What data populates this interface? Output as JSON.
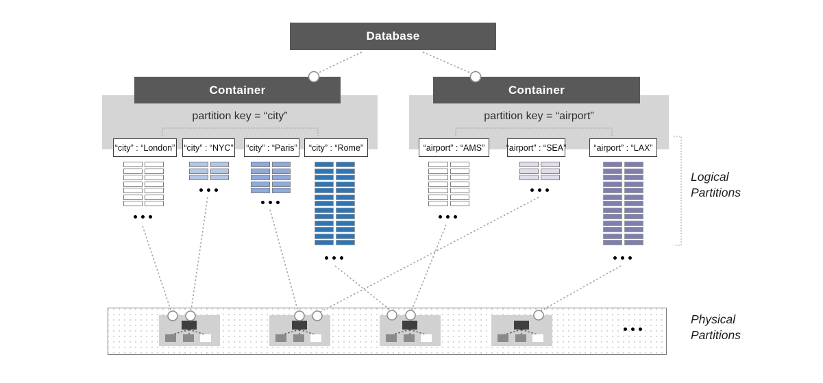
{
  "database": {
    "label": "Database"
  },
  "containers": [
    {
      "label": "Container",
      "partition_key_text": "partition key = “city”",
      "partitions": [
        {
          "label": "“city” : “London”",
          "doc_rows": 7,
          "doc_cols": 2,
          "fill": "#ffffff",
          "border": "#7f7f7f"
        },
        {
          "label": "“city” : “NYC”",
          "doc_rows": 3,
          "doc_cols": 2,
          "fill": "#b4c7e7",
          "border": "#7f7f7f"
        },
        {
          "label": "“city” : “Paris”",
          "doc_rows": 5,
          "doc_cols": 2,
          "fill": "#8faadc",
          "border": "#7f7f7f"
        },
        {
          "label": "“city” : “Rome”",
          "doc_rows": 13,
          "doc_cols": 2,
          "fill": "#2e75b6",
          "border": "#a0a0a0"
        }
      ]
    },
    {
      "label": "Container",
      "partition_key_text": "partition key = “airport”",
      "partitions": [
        {
          "label": "“airport” : “AMS”",
          "doc_rows": 7,
          "doc_cols": 2,
          "fill": "#ffffff",
          "border": "#7f7f7f"
        },
        {
          "label": "“airport” : “SEA”",
          "doc_rows": 3,
          "doc_cols": 2,
          "fill": "#e2dcec",
          "border": "#7f7f7f"
        },
        {
          "label": "“airport” : “LAX”",
          "doc_rows": 13,
          "doc_cols": 2,
          "fill": "#7e7fae",
          "border": "#a0a0a0"
        }
      ]
    }
  ],
  "annotations": {
    "logical": {
      "line1": "Logical",
      "line2": "Partitions"
    },
    "physical": {
      "line1": "Physical",
      "line2": "Partitions"
    }
  },
  "symbols": {
    "more_items": "..."
  },
  "colors": {
    "node_box": "#595959",
    "band": "#d5d5d5",
    "connector": "#a3a3a3",
    "doc_white": "#ffffff",
    "doc_light_blue": "#b4c7e7",
    "doc_medium_blue": "#8faadc",
    "doc_dark_blue": "#2e75b6",
    "doc_light_purple": "#e2dcec",
    "doc_dark_purple": "#7e7fae"
  }
}
